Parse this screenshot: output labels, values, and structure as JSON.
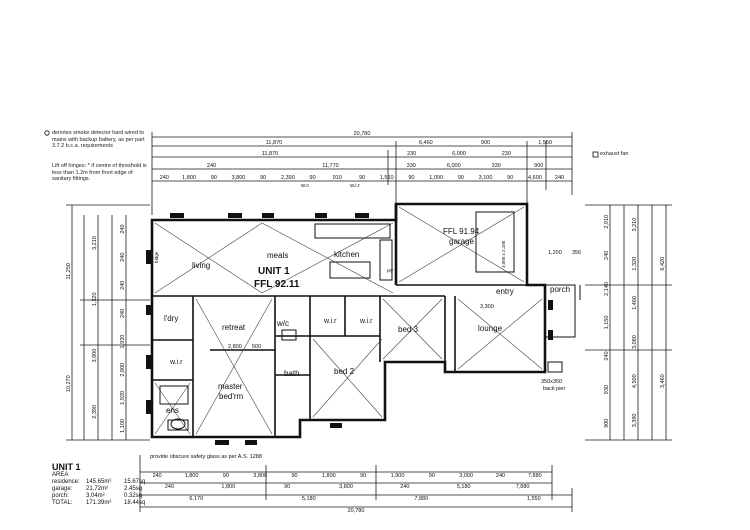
{
  "legend": {
    "smoke_detector": "denotes smoke detector hard wired to mains with backup battery, as per part 3.7.2 b.c.a. requirements",
    "lift_off_hinges": "Lift off hinges: * if centre of threshold is less than 1.2m from front edge of sanitary fittings.",
    "exhaust_fan": "exhaust fan"
  },
  "dimensions_top": {
    "overall": "20,780",
    "row2": [
      "11,870",
      "6,460",
      "900",
      "1,550"
    ],
    "row3": [
      "11,870",
      "230",
      "6,000",
      "230"
    ],
    "row4": [
      "240",
      "11,770",
      "330",
      "6,000",
      "330",
      "900"
    ],
    "row5": [
      "240",
      "1,800",
      "90",
      "3,800",
      "90",
      "2,390",
      "90",
      "910",
      "90",
      "1,510",
      "90",
      "1,090",
      "90",
      "3,100",
      "90",
      "4,600",
      "240"
    ],
    "row5_sub": [
      "w.c",
      "w.i.r"
    ]
  },
  "dimensions_bottom": {
    "row1": [
      "240",
      "1,800",
      "90",
      "3,800",
      "90",
      "1,800",
      "90",
      "1,900",
      "90",
      "3,000",
      "240",
      "7,880"
    ],
    "row2": [
      "240",
      "1,800",
      "90",
      "3,800",
      "240",
      "5,180",
      "7,880"
    ],
    "row3": [
      "6,170",
      "5,180",
      "7,880",
      "1,550"
    ],
    "overall": "20,780"
  },
  "dimensions_left": [
    "11,250",
    "10,270",
    "3,210",
    "1,320",
    "3,900",
    "2,390",
    "240",
    "240",
    "240",
    "240",
    "1,920",
    "2,800",
    "1,920",
    "1,100"
  ],
  "dimensions_right": [
    "6,420",
    "3,460",
    "3,210",
    "1,320",
    "1,460",
    "3,080",
    "4,500",
    "3,390",
    "2,910",
    "240",
    "2,140",
    "1,150",
    "240",
    "930",
    "900"
  ],
  "rooms": {
    "living": "living",
    "meals": "meals",
    "kitchen": "kitchen",
    "unit": "UNIT 1",
    "ffl": "FFL 92.11",
    "garage_ffl": "FFL 91.94",
    "garage": "garage",
    "entry": "entry",
    "porch": "porch",
    "lounge": "lounge",
    "bed3": "bed 3",
    "bed2": "bed 2",
    "ldry": "l'dry",
    "retreat": "retreat",
    "wc": "w/c",
    "wir1": "w.i.r",
    "wir2": "w.i.r",
    "wir3": "w.i.r",
    "bath": "bath",
    "master1": "master",
    "master2": "bed'rm",
    "ens": "ens",
    "fridge": "fridge",
    "pantry": "pty"
  },
  "inner_dims": [
    "2,800",
    "500",
    "3,300",
    "1,200",
    "356",
    "350x350",
    "back pier"
  ],
  "door_size": "3,000 x 2,100",
  "privacy_note": "provide obscure safety glass as per A.S. 1288",
  "area": {
    "title": "UNIT 1",
    "heading": "AREA",
    "rows": [
      {
        "label": "residence:",
        "m2": "145.65m²",
        "sq": "15.67sq"
      },
      {
        "label": "garage:",
        "m2": "21.72m²",
        "sq": "2.45sq"
      },
      {
        "label": "porch:",
        "m2": "3.04m²",
        "sq": "0.32sq"
      },
      {
        "label": "TOTAL:",
        "m2": "171.39m²",
        "sq": "18.44sq"
      }
    ]
  }
}
